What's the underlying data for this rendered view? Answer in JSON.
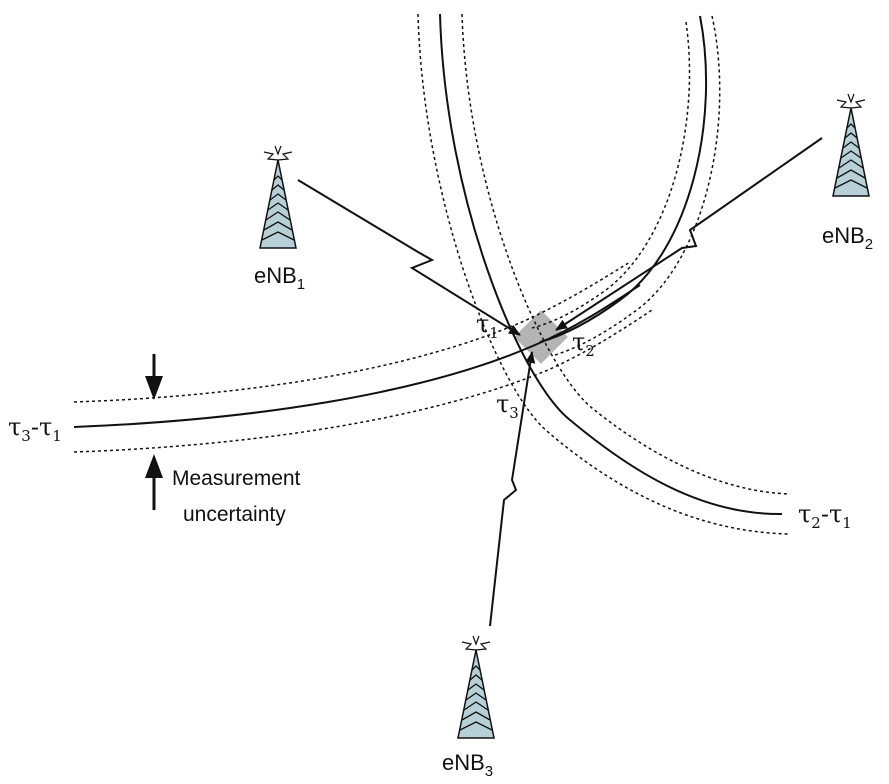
{
  "diagram": {
    "colors": {
      "stroke": "#111111",
      "tower_fill": "#b7cfd6",
      "uncertainty_region": "#b4b4b4"
    },
    "towers": [
      {
        "id": "enb1",
        "name": "eNB",
        "sub": "1",
        "icon": "cell-tower-icon"
      },
      {
        "id": "enb2",
        "name": "eNB",
        "sub": "2",
        "icon": "cell-tower-icon"
      },
      {
        "id": "enb3",
        "name": "eNB",
        "sub": "3",
        "icon": "cell-tower-icon"
      }
    ],
    "arrival_labels": [
      {
        "id": "tau1",
        "symbol": "τ",
        "sub": "1"
      },
      {
        "id": "tau2",
        "symbol": "τ",
        "sub": "2"
      },
      {
        "id": "tau3",
        "symbol": "τ",
        "sub": "3"
      }
    ],
    "hyperbola_labels": {
      "h31": {
        "a": "τ",
        "a_sub": "3",
        "sep": "-",
        "b": "τ",
        "b_sub": "1"
      },
      "h21": {
        "a": "τ",
        "a_sub": "2",
        "sep": "-",
        "b": "τ",
        "b_sub": "1"
      }
    },
    "uncertainty_note": {
      "line1": "Measurement",
      "line2": "uncertainty"
    }
  }
}
